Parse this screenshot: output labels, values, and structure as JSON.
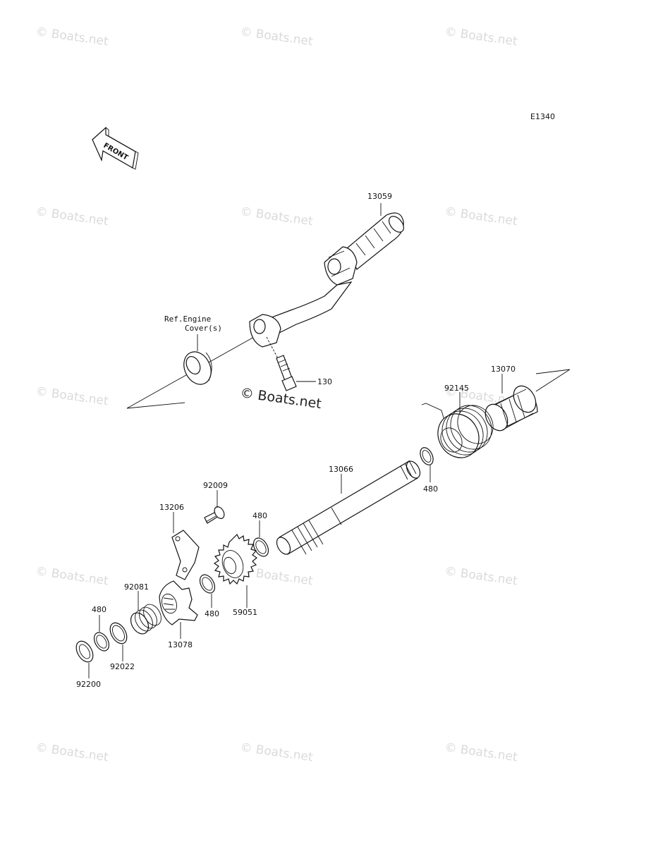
{
  "diagram_code": "E1340",
  "front_arrow_text": "FRONT",
  "watermark": "© Boats.net",
  "watermark_center": "© Boats.net",
  "ref_label_line1": "Ref.Engine",
  "ref_label_line2": "Cover(s)",
  "parts": {
    "kick_pedal": "13059",
    "bolt": "130",
    "ratchet_guide_cover": "13070",
    "spring": "92145",
    "kick_shaft": "13066",
    "circlip_shaft_right": "480",
    "circlip_shaft_left": "480",
    "bolt_92009": "92009",
    "plate_13206": "13206",
    "kick_gear": "59051",
    "circlip_gear": "480",
    "ratchet_13078": "13078",
    "spring_92081": "92081",
    "circlip_480": "480",
    "washer_92022": "92022",
    "washer_92200": "92200"
  }
}
